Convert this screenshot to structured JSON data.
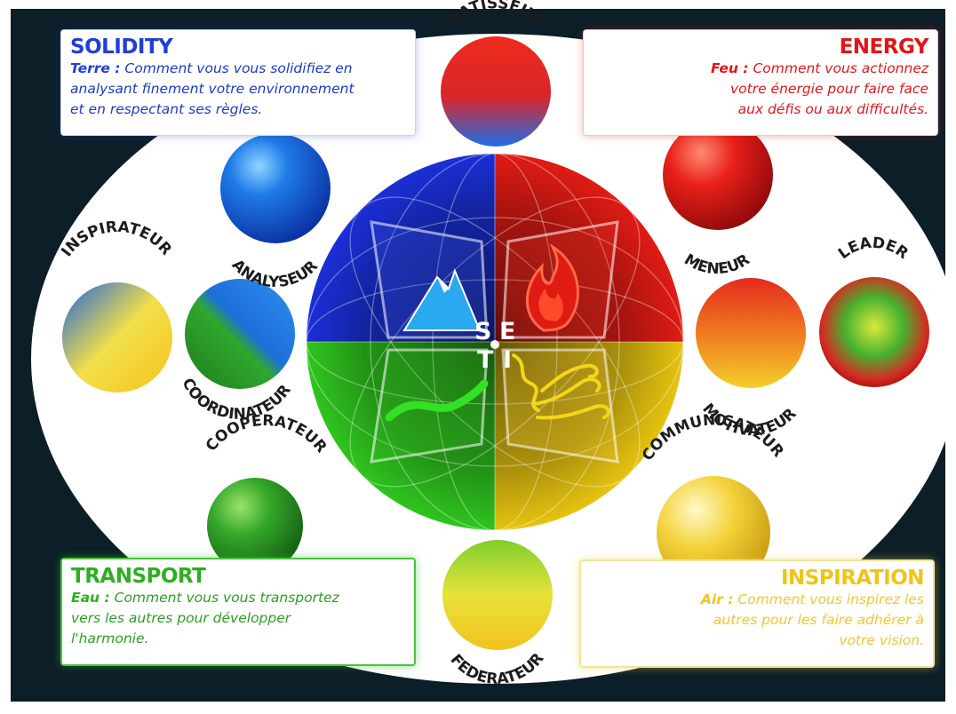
{
  "quadrants": {
    "solidity": {
      "title": "SOLIDITY",
      "element": "Terre :",
      "text_lines": [
        "Comment vous vous solidifiez en",
        "analysant finement votre environnement",
        "et en respectant ses règles."
      ]
    },
    "energy": {
      "title": "ENERGY",
      "element": "Feu :",
      "text_lines": [
        "Comment vous actionnez",
        "votre énergie pour faire face",
        "aux défis ou aux difficultés."
      ]
    },
    "transport": {
      "title": "TRANSPORT",
      "element": "Eau :",
      "text_lines": [
        "Comment vous vous transportez",
        "vers les autres pour développer",
        "l'harmonie."
      ]
    },
    "inspiration": {
      "title": "INSPIRATION",
      "element": "Air :",
      "text_lines": [
        "Comment vous inspirez les",
        "autres pour les faire adhérer à",
        "votre vision."
      ]
    }
  },
  "roles": {
    "batisseur": "BATISSEUR",
    "analyseur": "ANALYSEUR",
    "inspirateur": "INSPIRATEUR",
    "coordinateur": "COORDINATEUR",
    "cooperateur": "COOPERATEUR",
    "federateur": "FEDERATEUR",
    "communicateur": "COMMUNICATEUR",
    "motivateur": "MOTIVATEUR",
    "leader": "LEADER",
    "meneur": "MENEUR"
  },
  "center": {
    "letters": [
      "S",
      "E",
      "T",
      "I"
    ]
  },
  "colors": {
    "blue": "#1f3fd6",
    "red": "#e2141b",
    "green": "#2fae22",
    "yellow": "#f0c417",
    "frame": "#0c1e28"
  }
}
